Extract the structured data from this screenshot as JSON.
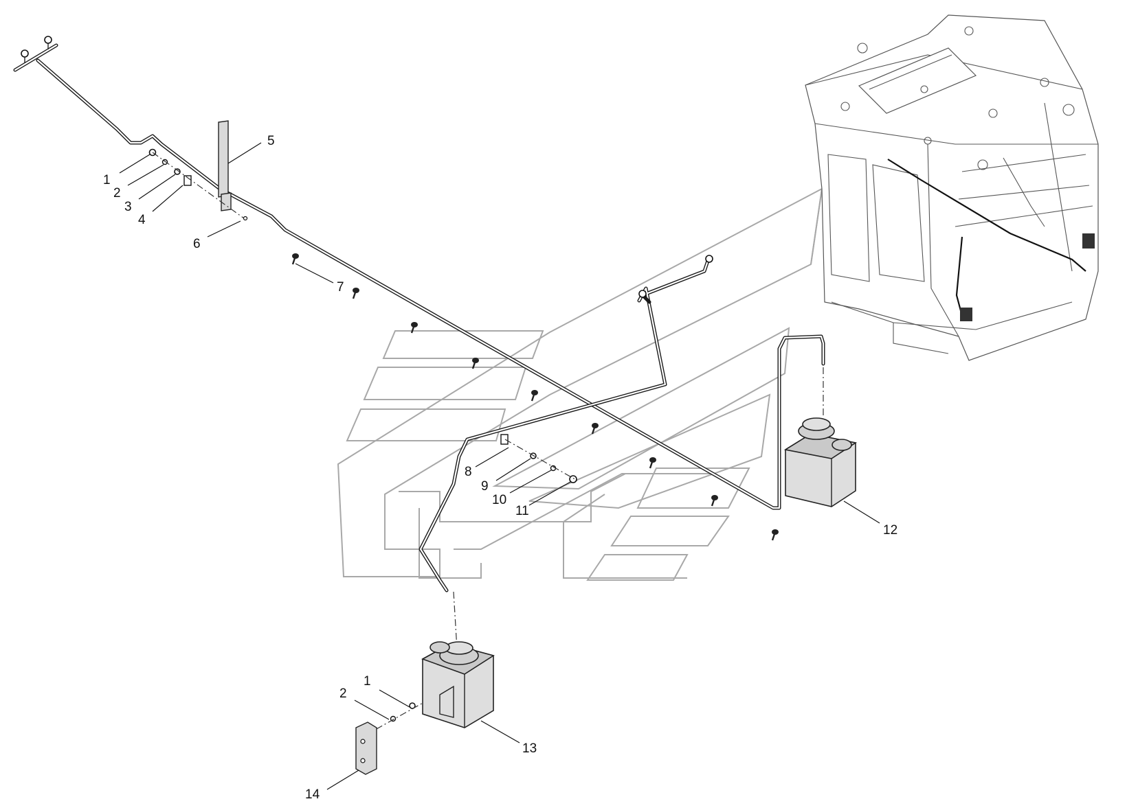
{
  "callouts": [
    {
      "id": "c1a",
      "text": "1"
    },
    {
      "id": "c2a",
      "text": "2"
    },
    {
      "id": "c3",
      "text": "3"
    },
    {
      "id": "c4",
      "text": "4"
    },
    {
      "id": "c5",
      "text": "5"
    },
    {
      "id": "c6",
      "text": "6"
    },
    {
      "id": "c7",
      "text": "7"
    },
    {
      "id": "c8",
      "text": "8"
    },
    {
      "id": "c9",
      "text": "9"
    },
    {
      "id": "c10",
      "text": "10"
    },
    {
      "id": "c11",
      "text": "11"
    },
    {
      "id": "c12",
      "text": "12"
    },
    {
      "id": "c13",
      "text": "13"
    },
    {
      "id": "c1b",
      "text": "1"
    },
    {
      "id": "c2b",
      "text": "2"
    },
    {
      "id": "c14",
      "text": "14"
    }
  ],
  "colors": {
    "line": "#111111",
    "ghost": "#a8a8a8",
    "tank_fill": "#dedede"
  }
}
